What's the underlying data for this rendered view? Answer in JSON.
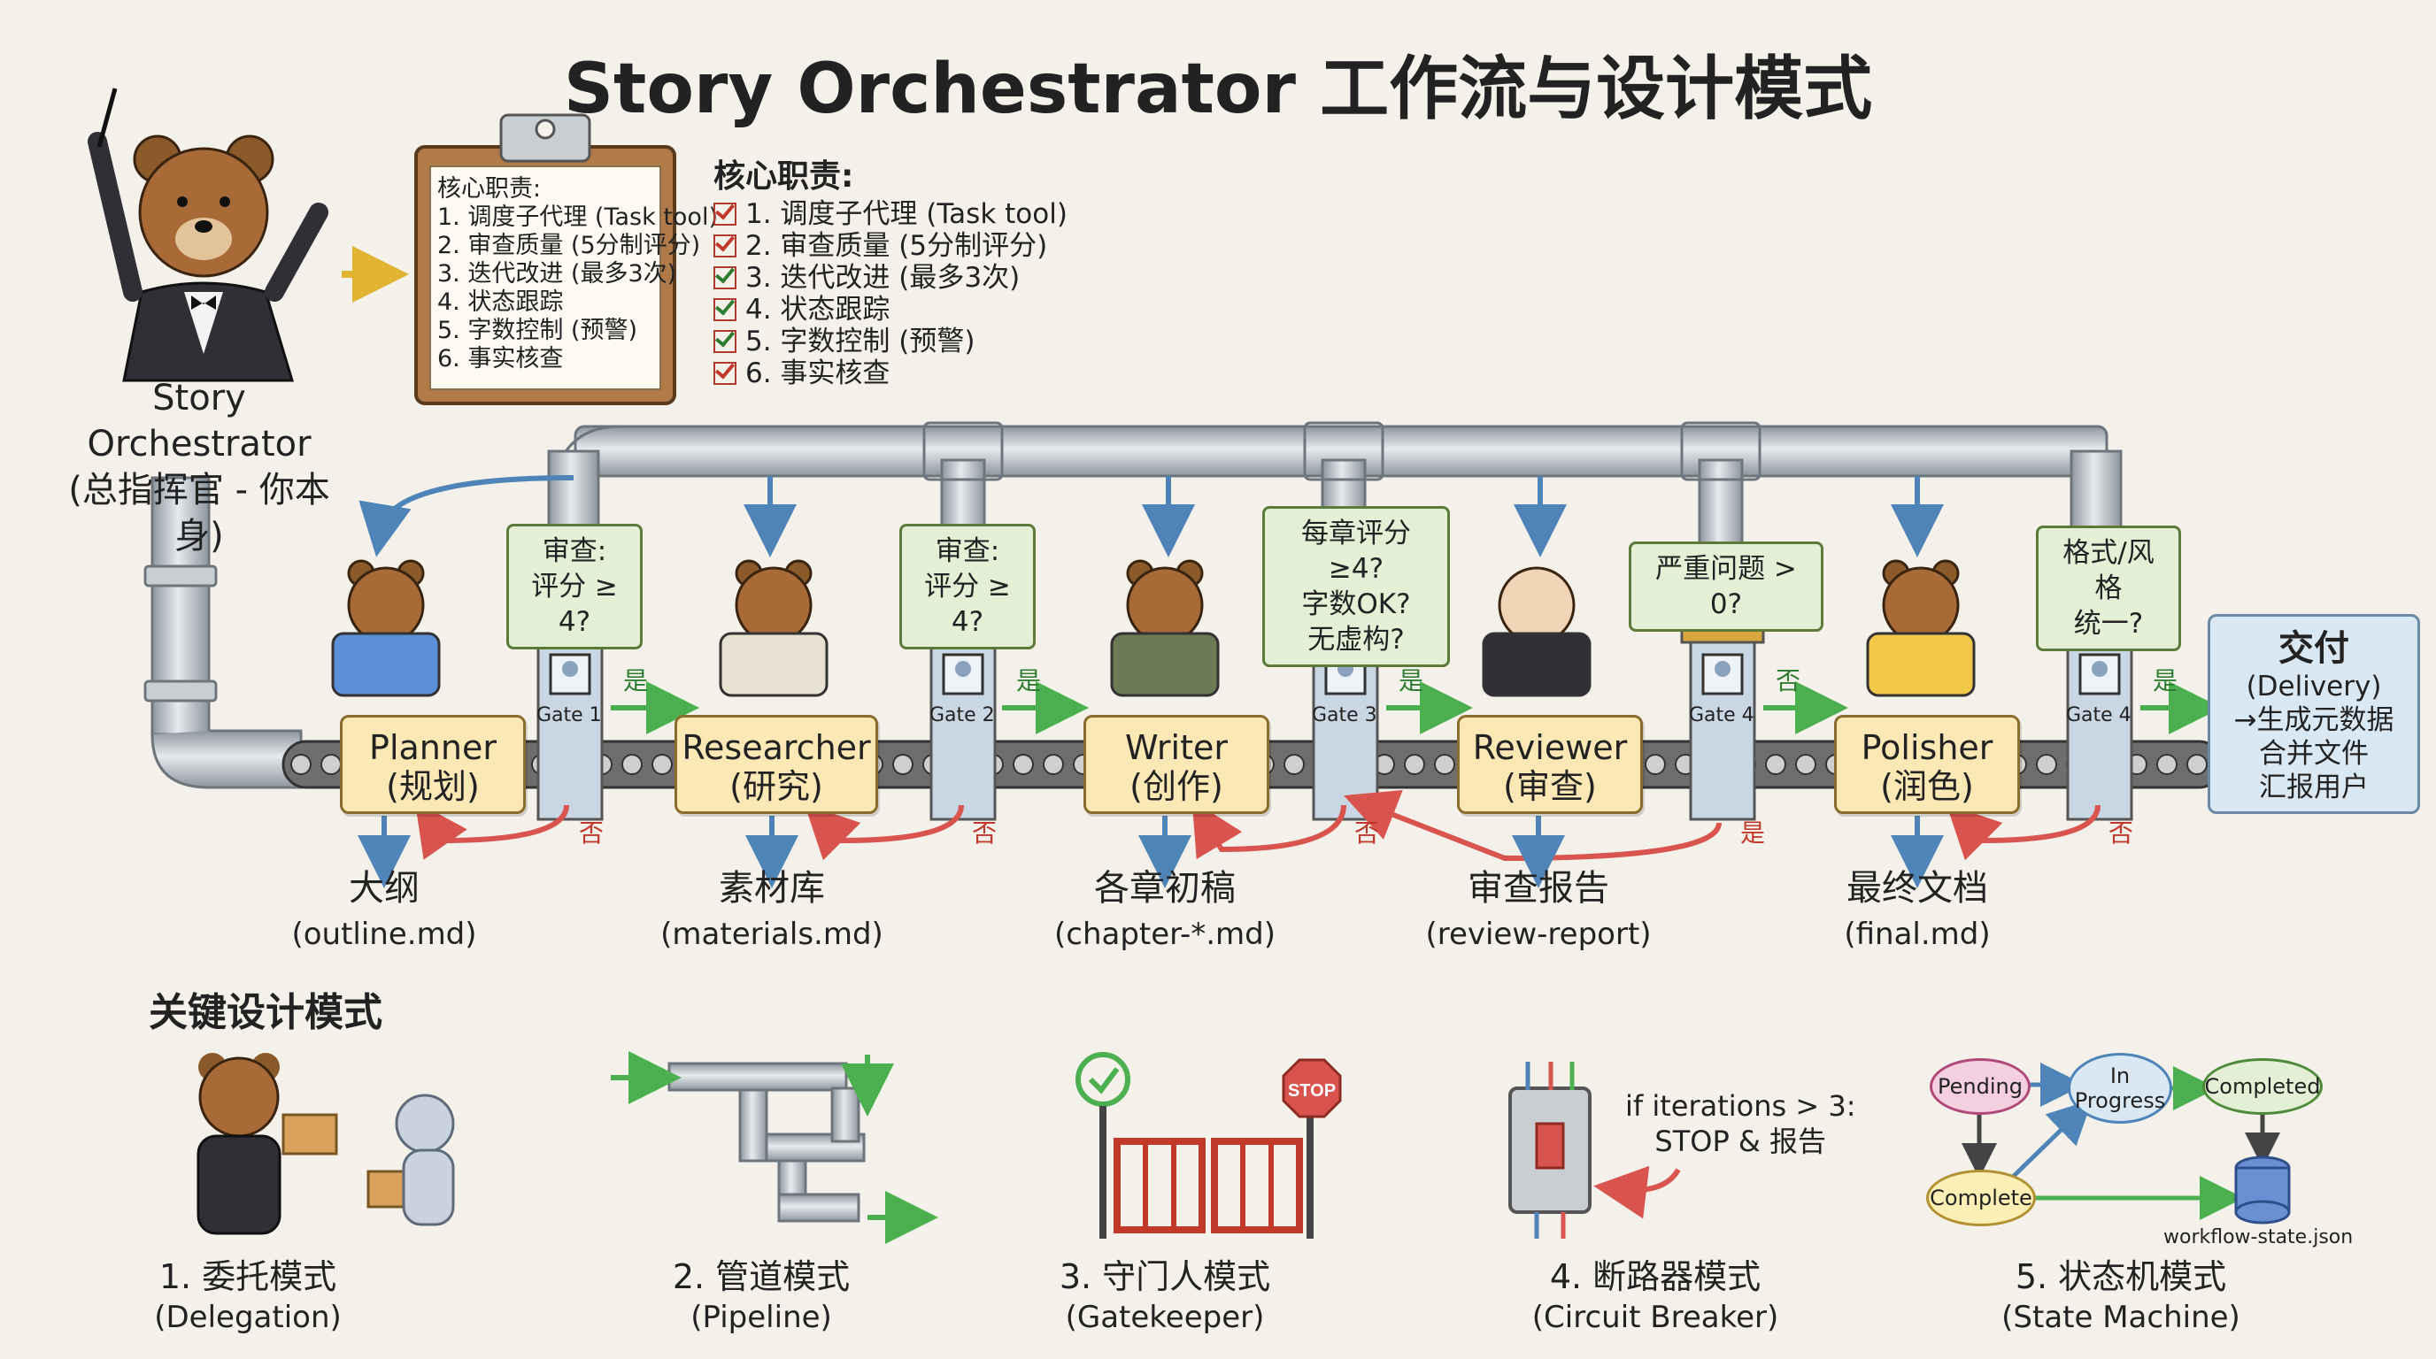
{
  "title": "Story Orchestrator 工作流与设计模式",
  "orchestrator": {
    "name_en": "Story Orchestrator",
    "name_cn": "(总指挥官 - 你本身)"
  },
  "clipboard": {
    "heading": "核心职责:",
    "items": [
      "1. 调度子代理 (Task tool)",
      "2. 审查质量 (5分制评分)",
      "3. 迭代改进 (最多3次)",
      "4. 状态跟踪",
      "5. 字数控制 (预警)",
      "6. 事实核查"
    ]
  },
  "responsibilities": {
    "heading": "核心职责:",
    "items": [
      "1. 调度子代理 (Task tool)",
      "2. 审查质量 (5分制评分)",
      "3. 迭代改进 (最多3次)",
      "4. 状态跟踪",
      "5. 字数控制 (预警)",
      "6. 事实核查"
    ]
  },
  "stages": [
    {
      "en": "Planner",
      "cn": "(规划)",
      "out_cn": "大纲",
      "out_en": "(outline.md)"
    },
    {
      "en": "Researcher",
      "cn": "(研究)",
      "out_cn": "素材库",
      "out_en": "(materials.md)"
    },
    {
      "en": "Writer",
      "cn": "(创作)",
      "out_cn": "各章初稿",
      "out_en": "(chapter-*.md)"
    },
    {
      "en": "Reviewer",
      "cn": "(审查)",
      "out_cn": "审查报告",
      "out_en": "(review-report)"
    },
    {
      "en": "Polisher",
      "cn": "(润色)",
      "out_cn": "最终文档",
      "out_en": "(final.md)"
    }
  ],
  "gates": [
    {
      "label": "Gate 1",
      "question": [
        "审查:",
        "评分 ≥ 4?"
      ],
      "pass": "是",
      "fail": "否"
    },
    {
      "label": "Gate 2",
      "question": [
        "审查:",
        "评分 ≥ 4?"
      ],
      "pass": "是",
      "fail": "否"
    },
    {
      "label": "Gate 3",
      "question": [
        "每章评分≥4?",
        "字数OK?",
        "无虚构?"
      ],
      "pass": "是",
      "fail": "否"
    },
    {
      "label": "Gate 4",
      "question": [
        "严重问题 > 0?"
      ],
      "pass": "否",
      "fail": "是"
    },
    {
      "label": "Gate 4",
      "question": [
        "格式/风格",
        "统一?"
      ],
      "pass": "是",
      "fail": "否"
    }
  ],
  "delivery": {
    "title": "交付",
    "lines": [
      "(Delivery)",
      "→生成元数据",
      "合并文件",
      "汇报用户"
    ]
  },
  "patterns_heading": "关键设计模式",
  "patterns": [
    {
      "cn": "1. 委托模式",
      "en": "(Delegation)"
    },
    {
      "cn": "2. 管道模式",
      "en": "(Pipeline)"
    },
    {
      "cn": "3. 守门人模式",
      "en": "(Gatekeeper)"
    },
    {
      "cn": "4. 断路器模式",
      "en": "(Circuit Breaker)"
    },
    {
      "cn": "5. 状态机模式",
      "en": "(State Machine)"
    }
  ],
  "circuit_note": [
    "if iterations > 3:",
    "STOP & 报告"
  ],
  "stop_sign": "STOP",
  "state_machine": {
    "states": [
      "Pending",
      "In Progress",
      "Completed",
      "Complete"
    ],
    "file": "workflow-state.json"
  },
  "colors": {
    "pipe": "#b9c0c7",
    "stage_fill": "#fbe8b5",
    "question_fill": "#e3f0d6",
    "yes_arrow": "#4caf50",
    "no_arrow": "#d9534f",
    "output_arrow": "#4f84b8",
    "delivery_fill": "#d9e8f3"
  }
}
